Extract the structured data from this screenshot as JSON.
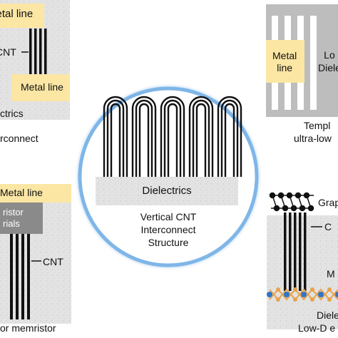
{
  "labels": {
    "tl_metal_top": "Metal line",
    "tl_cnt": "CNT",
    "tl_metal_bottom": "Metal line",
    "tl_dielectrics": "ctrics",
    "tl_caption": "rconnect",
    "tr_metal": "Metal\nline",
    "tr_lowk": "Lo\nDiele",
    "tr_caption_1": "Templ",
    "tr_caption_2": "ultra-low",
    "bl_metal": "Metal line",
    "bl_memristor": "ristor\nrials",
    "bl_cnt": "CNT",
    "bl_caption": "or memristor",
    "br_graphene": "Grap",
    "br_c": "C",
    "br_m": "M",
    "br_diele": "Diele",
    "br_caption": "Low-D e",
    "center_dielectrics": "Dielectrics",
    "center_caption_1": "Vertical CNT",
    "center_caption_2": "Interconnect",
    "center_caption_3": "Structure"
  },
  "colors": {
    "metal": "#FBE6A4",
    "dielectric": "#E4E4E4",
    "lowk": "#BDBDBD",
    "circle_glow": "#7FB6E8",
    "node_blue": "#2E76C8",
    "node_orange": "#E8A24A"
  }
}
